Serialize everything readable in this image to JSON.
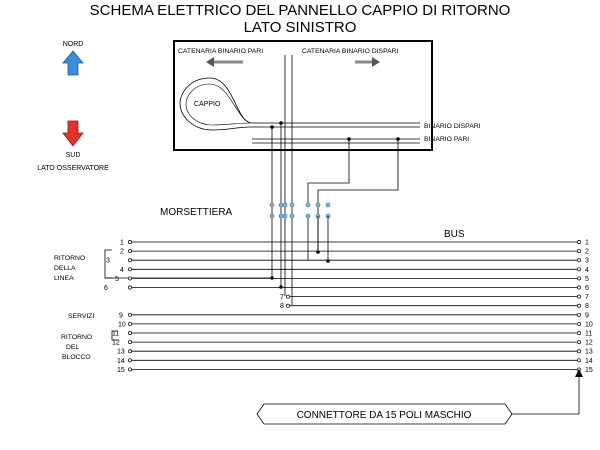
{
  "title": {
    "line1": "SCHEMA ELETTRICO DEL PANNELLO CAPPIO DI RITORNO",
    "line2": "LATO SINISTRO"
  },
  "compass": {
    "north_label": "NORD",
    "south_label": "SUD",
    "observer_label": "LATO OSSERVATORE",
    "north_color": "#3a8fd6",
    "south_color": "#e0332b"
  },
  "panel": {
    "catenaria_pari": "CATENARIA BINARIO PARI",
    "catenaria_dispari": "CATENARIA BINARIO DISPARI",
    "cappio": "CAPPIO",
    "binario_dispari": "BINARIO DISPARI",
    "binario_pari": "BINARIO PARI"
  },
  "morsettiera": "MORSETTIERA",
  "bus_label": "BUS",
  "groups": {
    "ritorno_linea": [
      "RITORNO",
      "DELLA",
      "LINEA"
    ],
    "servizi": "SERVIZI",
    "ritorno_blocco": [
      "RITORNO",
      "DEL",
      "BLOCCO"
    ]
  },
  "bus_numbers": [
    "1",
    "2",
    "3",
    "4",
    "5",
    "6",
    "7",
    "8",
    "9",
    "10",
    "11",
    "12",
    "13",
    "14",
    "15"
  ],
  "connector_label": "CONNETTORE DA 15 POLI MASCHIO",
  "colors": {
    "terminal": "#7fb8d8",
    "line": "#000000"
  }
}
